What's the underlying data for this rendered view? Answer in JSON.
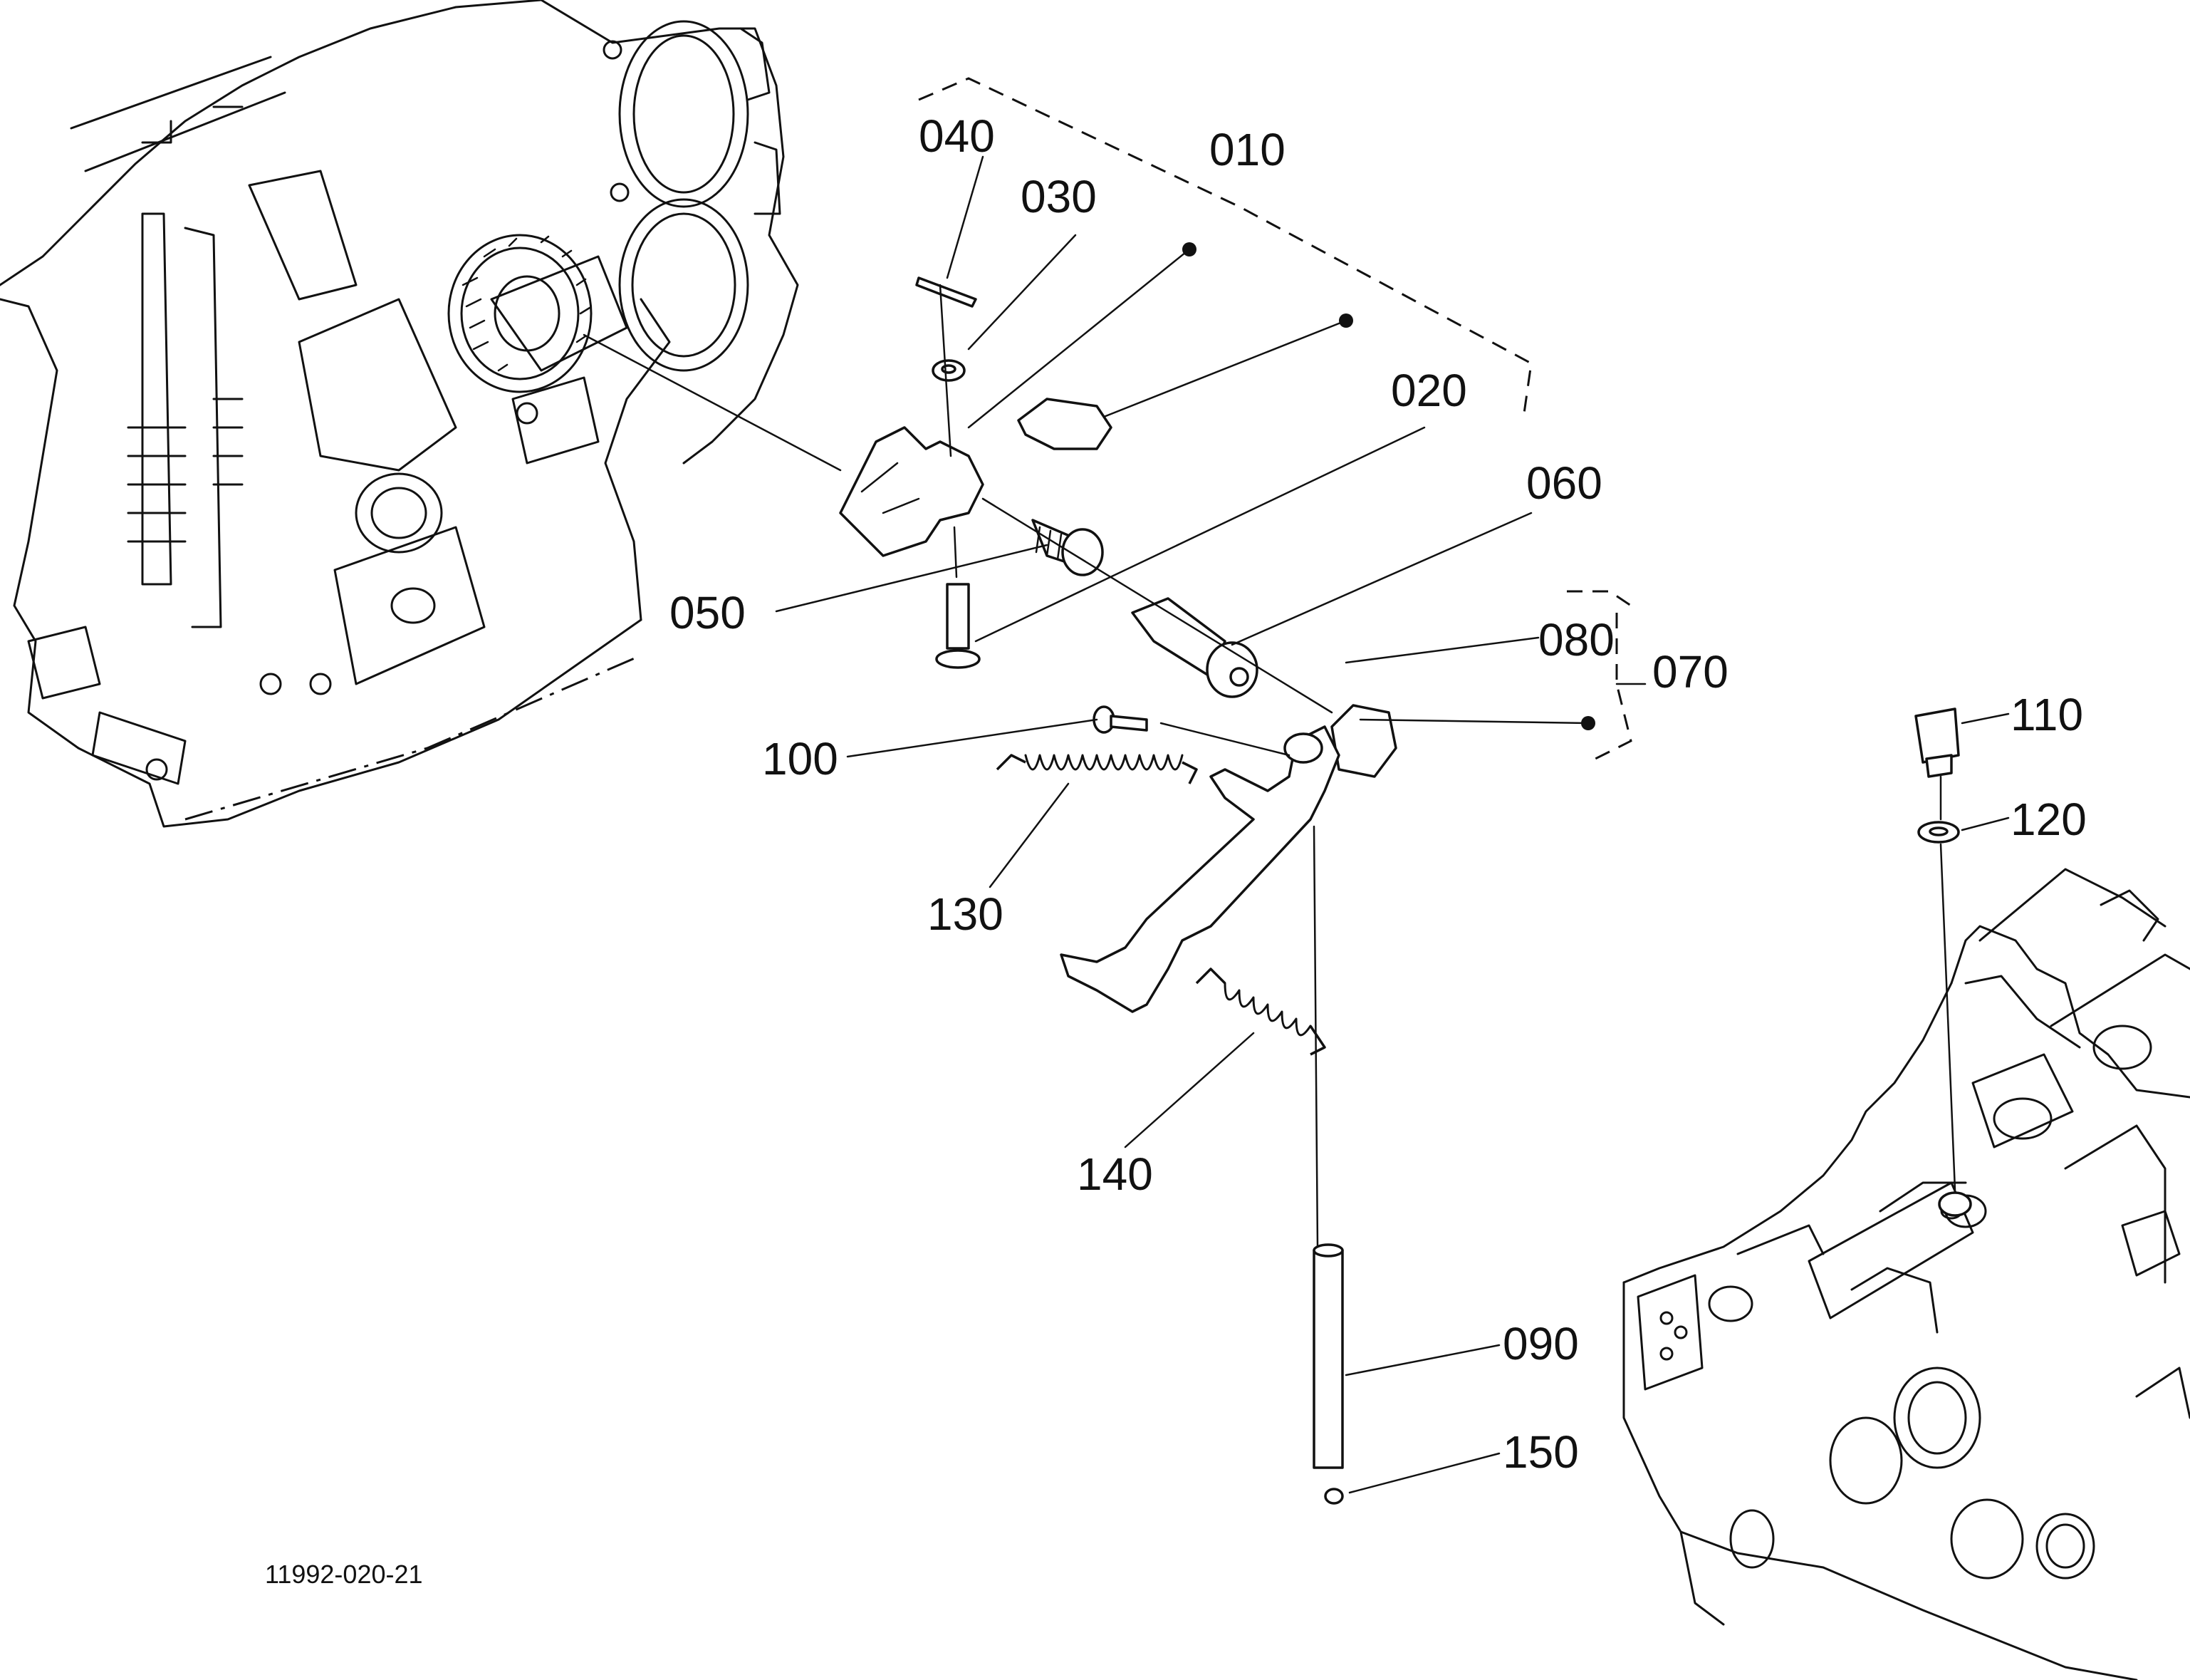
{
  "figure_reference": "11992-020-21",
  "parts": [
    {
      "id": "p010",
      "number": "010",
      "name": "lever-assembly-group"
    },
    {
      "id": "p020",
      "number": "020",
      "name": "pin"
    },
    {
      "id": "p030",
      "number": "030",
      "name": "washer"
    },
    {
      "id": "p040",
      "number": "040",
      "name": "split-pin"
    },
    {
      "id": "p050",
      "number": "050",
      "name": "bolt"
    },
    {
      "id": "p060",
      "number": "060",
      "name": "bushing"
    },
    {
      "id": "p070",
      "number": "070",
      "name": "lever-group"
    },
    {
      "id": "p080",
      "number": "080",
      "name": "cap"
    },
    {
      "id": "p090",
      "number": "090",
      "name": "rod"
    },
    {
      "id": "p100",
      "number": "100",
      "name": "screw"
    },
    {
      "id": "p110",
      "number": "110",
      "name": "plug"
    },
    {
      "id": "p120",
      "number": "120",
      "name": "gasket"
    },
    {
      "id": "p130",
      "number": "130",
      "name": "spring-large"
    },
    {
      "id": "p140",
      "number": "140",
      "name": "spring-small"
    },
    {
      "id": "p150",
      "number": "150",
      "name": "o-ring"
    }
  ]
}
